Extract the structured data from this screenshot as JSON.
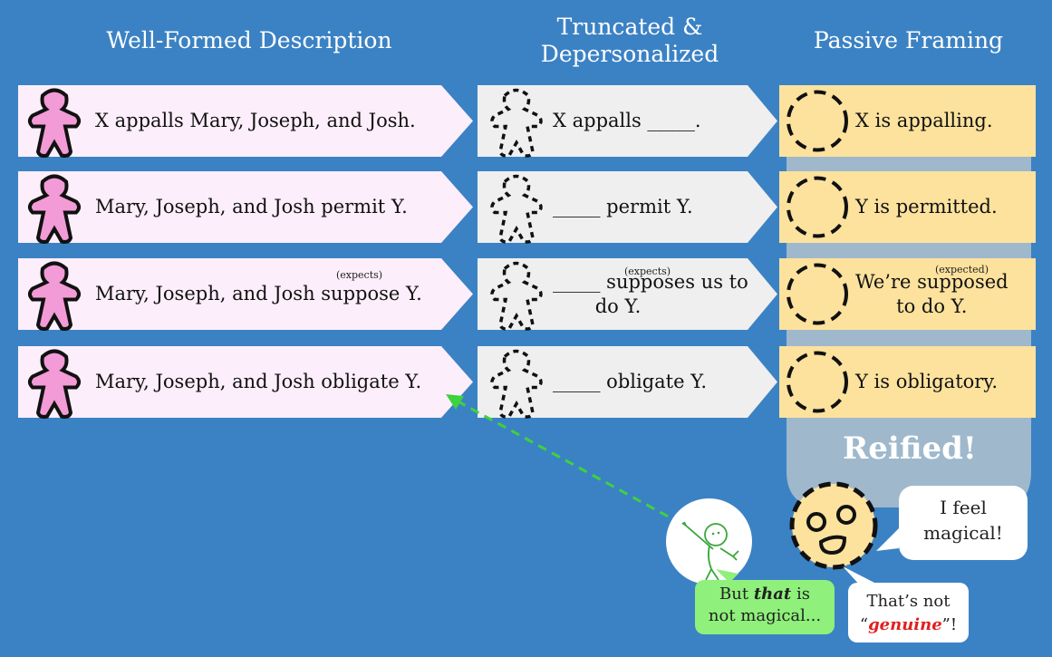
{
  "headers": {
    "col1": "Well-Formed Description",
    "col2": "Truncated &\nDepersonalized",
    "col3": "Passive Framing"
  },
  "rows": [
    {
      "full": "X appalls Mary, Joseph, and Josh.",
      "trunc": "X appalls _____.",
      "passive": "X is appalling."
    },
    {
      "full": "Mary, Joseph, and Josh permit Y.",
      "trunc": "_____ permit Y.",
      "passive": "Y is permitted."
    },
    {
      "full": "Mary, Joseph, and Josh suppose Y.",
      "full_sup": "(expects)",
      "trunc": "_____ supposes us to\n       do Y.",
      "trunc_sup": "(expects)",
      "passive": "We’re supposed\nto do Y.",
      "passive_sup": "(expected)"
    },
    {
      "full": "Mary, Joseph, and Josh obligate Y.",
      "trunc": "_____ obligate Y.",
      "passive": "Y is obligatory."
    }
  ],
  "reified": "Reified!",
  "bubbles": {
    "magical": "I feel\nmagical!",
    "not_that_prefix": "But ",
    "not_that_emph": "that",
    "not_that_suffix": " is\nnot magical...",
    "genuine_prefix": "That’s not\n“",
    "genuine_emph": "genuine",
    "genuine_suffix": "”!"
  },
  "colors": {
    "background": "#3b82c4",
    "col1_fill": "#fceefa",
    "col2_fill": "#efefef",
    "col3_fill": "#fce29d",
    "meeple_pink": "#f29bd6",
    "reified_panel": "#9fb8cc",
    "arrow_green": "#3ed23e",
    "speech_green": "#8ff07b",
    "emph_red": "#e02020"
  }
}
